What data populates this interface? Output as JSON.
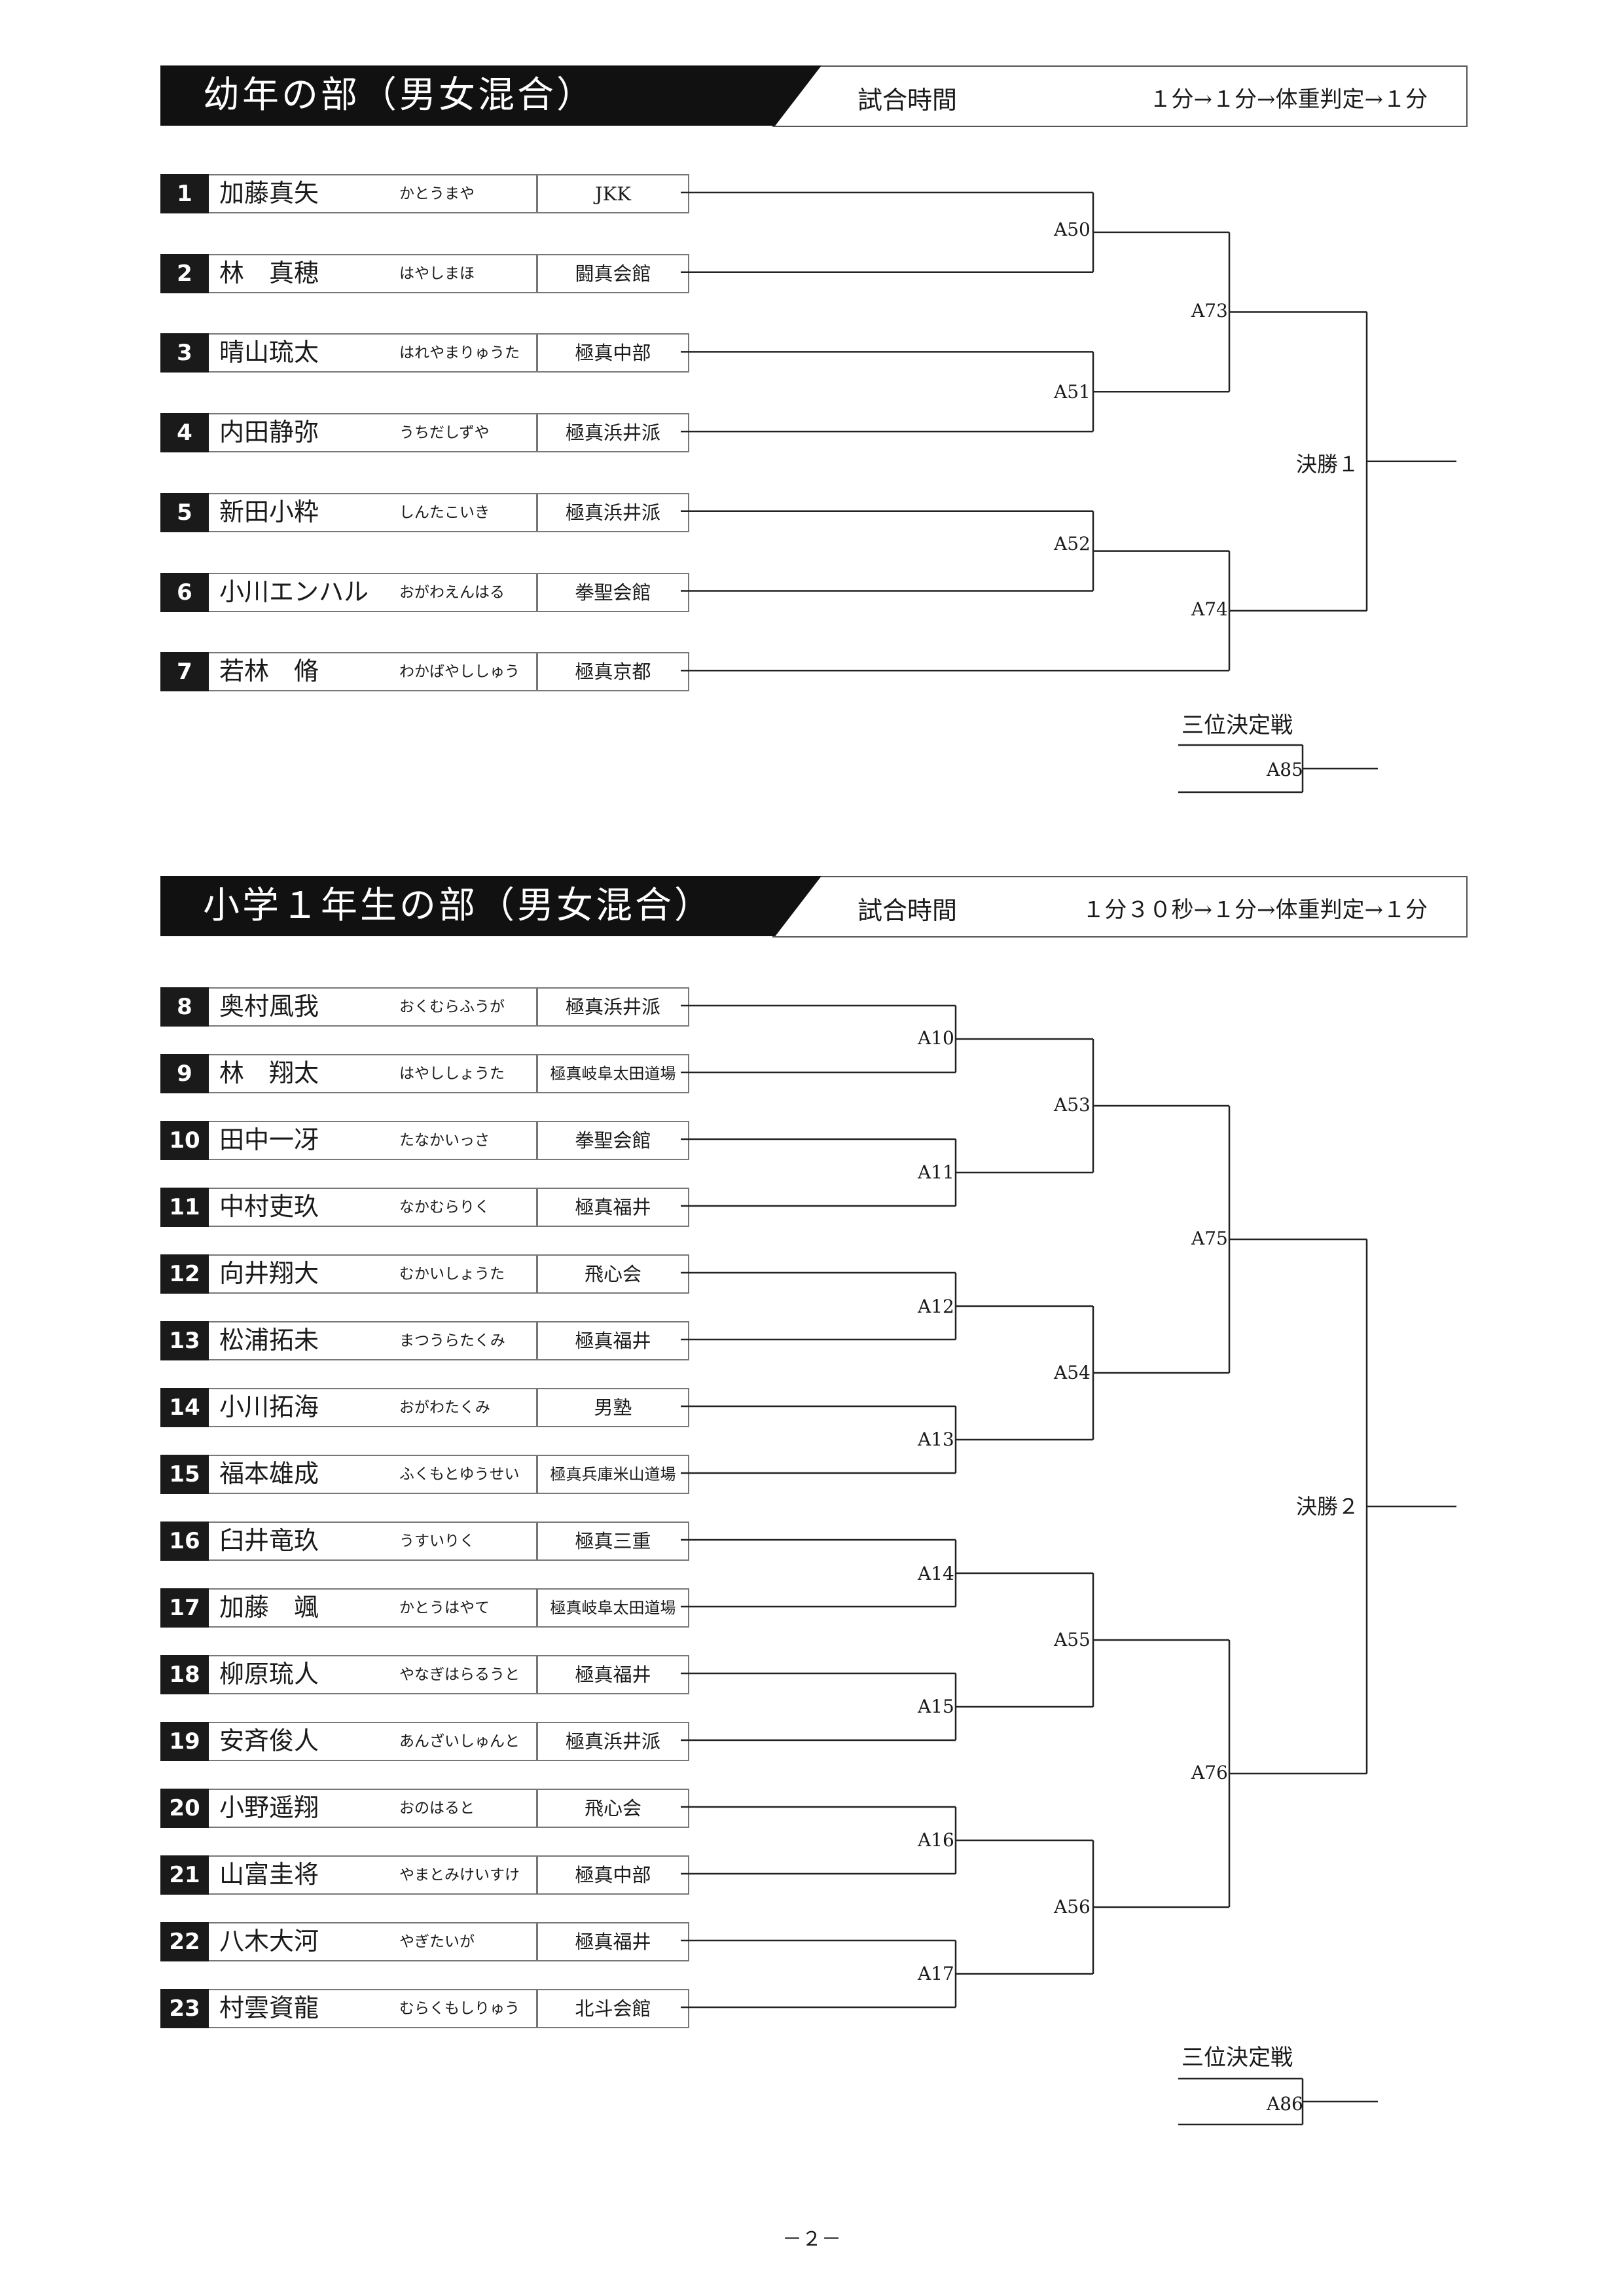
{
  "sections": [
    {
      "title": "幼年の部（男女混合）",
      "time_label": "試合時間",
      "time_rule": "１分→１分→体重判定→１分",
      "entries": [
        {
          "seed": "1",
          "name": "加藤真矢",
          "kana": "かとうまや",
          "dojo": "JKK"
        },
        {
          "seed": "2",
          "name": "林　真穂",
          "kana": "はやしまほ",
          "dojo": "闘真会館"
        },
        {
          "seed": "3",
          "name": "晴山琉太",
          "kana": "はれやまりゅうた",
          "dojo": "極真中部"
        },
        {
          "seed": "4",
          "name": "内田静弥",
          "kana": "うちだしずや",
          "dojo": "極真浜井派"
        },
        {
          "seed": "5",
          "name": "新田小粋",
          "kana": "しんたこいき",
          "dojo": "極真浜井派"
        },
        {
          "seed": "6",
          "name": "小川エンハル",
          "kana": "おがわえんはる",
          "dojo": "拳聖会館"
        },
        {
          "seed": "7",
          "name": "若林　脩",
          "kana": "わかばやししゅう",
          "dojo": "極真京都"
        }
      ],
      "matches": [
        "A50",
        "A51",
        "A52",
        "A73",
        "A74"
      ],
      "final_label": "決勝１",
      "third_place_label": "三位決定戦",
      "third_place_match": "A85"
    },
    {
      "title": "小学１年生の部（男女混合）",
      "time_label": "試合時間",
      "time_rule": "１分３０秒→１分→体重判定→１分",
      "entries": [
        {
          "seed": "8",
          "name": "奥村風我",
          "kana": "おくむらふうが",
          "dojo": "極真浜井派"
        },
        {
          "seed": "9",
          "name": "林　翔太",
          "kana": "はやししょうた",
          "dojo": "極真岐阜太田道場"
        },
        {
          "seed": "10",
          "name": "田中一冴",
          "kana": "たなかいっさ",
          "dojo": "拳聖会館"
        },
        {
          "seed": "11",
          "name": "中村吏玖",
          "kana": "なかむらりく",
          "dojo": "極真福井"
        },
        {
          "seed": "12",
          "name": "向井翔大",
          "kana": "むかいしょうた",
          "dojo": "飛心会"
        },
        {
          "seed": "13",
          "name": "松浦拓未",
          "kana": "まつうらたくみ",
          "dojo": "極真福井"
        },
        {
          "seed": "14",
          "name": "小川拓海",
          "kana": "おがわたくみ",
          "dojo": "男塾"
        },
        {
          "seed": "15",
          "name": "福本雄成",
          "kana": "ふくもとゆうせい",
          "dojo": "極真兵庫米山道場"
        },
        {
          "seed": "16",
          "name": "臼井竜玖",
          "kana": "うすいりく",
          "dojo": "極真三重"
        },
        {
          "seed": "17",
          "name": "加藤　颯",
          "kana": "かとうはやて",
          "dojo": "極真岐阜太田道場"
        },
        {
          "seed": "18",
          "name": "柳原琉人",
          "kana": "やなぎはらるうと",
          "dojo": "極真福井"
        },
        {
          "seed": "19",
          "name": "安斉俊人",
          "kana": "あんざいしゅんと",
          "dojo": "極真浜井派"
        },
        {
          "seed": "20",
          "name": "小野遥翔",
          "kana": "おのはると",
          "dojo": "飛心会"
        },
        {
          "seed": "21",
          "name": "山富圭将",
          "kana": "やまとみけいすけ",
          "dojo": "極真中部"
        },
        {
          "seed": "22",
          "name": "八木大河",
          "kana": "やぎたいが",
          "dojo": "極真福井"
        },
        {
          "seed": "23",
          "name": "村雲資龍",
          "kana": "むらくもしりゅう",
          "dojo": "北斗会館"
        }
      ],
      "matches": [
        "A10",
        "A11",
        "A12",
        "A13",
        "A14",
        "A15",
        "A16",
        "A17",
        "A53",
        "A54",
        "A55",
        "A56",
        "A75",
        "A76"
      ],
      "final_label": "決勝２",
      "third_place_label": "三位決定戦",
      "third_place_match": "A86"
    }
  ],
  "page_number": "－２－"
}
